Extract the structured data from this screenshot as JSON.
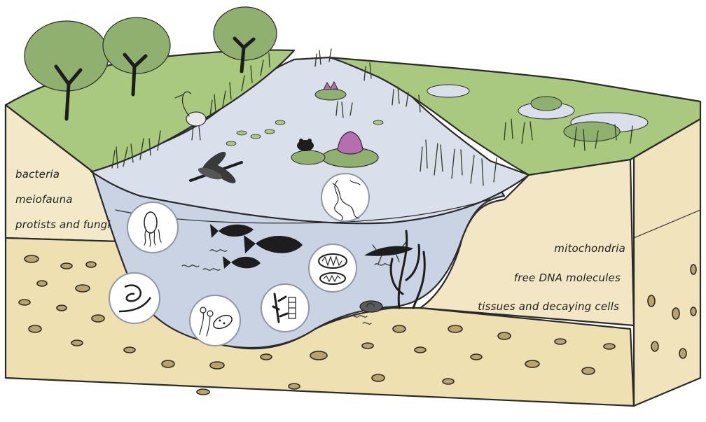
{
  "labels_left": [
    {
      "text": "bacteria"
    },
    {
      "text": "meiofauna"
    },
    {
      "text": "protists and fungi"
    }
  ],
  "labels_right": [
    {
      "text": "mitochondria"
    },
    {
      "text": "free DNA molecules"
    },
    {
      "text": "tissues and decaying cells"
    }
  ],
  "colors": {
    "soil_top_layer": "#f2e6c4",
    "soil_bottom_layer": "#efe0b2",
    "water": "#c9d3e4",
    "water_surface": "#d9e0ec",
    "grass": "#a9c97e",
    "tree_foliage": "#8fb06e",
    "stones": "#b9a36a",
    "outline": "#2a2a2a"
  },
  "icons": [
    "tree-icon",
    "heron-icon",
    "dragonfly-icon",
    "water-lily-icon",
    "frog-icon",
    "lily-pad-icon",
    "fish-icon",
    "dna-icon",
    "newt-icon",
    "snail-icon",
    "aquatic-plant-icon",
    "protist-icon",
    "nematode-icon",
    "fungi-icon",
    "mitochondrion-icon",
    "diatom-icon",
    "stone-icon"
  ]
}
